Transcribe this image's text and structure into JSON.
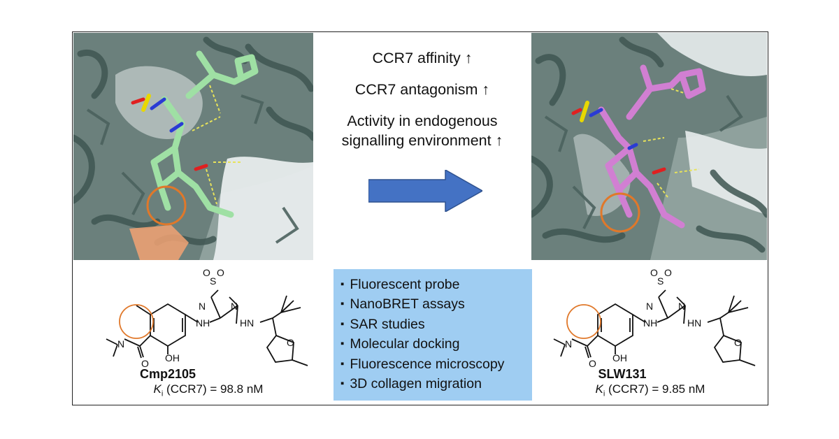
{
  "claims": {
    "line1": "CCR7 affinity ↑",
    "line2": "CCR7 antagonism ↑",
    "line3a": "Activity in endogenous",
    "line3b": "signalling environment ↑"
  },
  "methods": [
    "Fluorescent probe",
    "NanoBRET assays",
    "SAR studies",
    "Molecular docking",
    "Fluorescence microscopy",
    "3D collagen migration"
  ],
  "compounds": {
    "left": {
      "name": "Cmp2105",
      "ki_symbol": "K",
      "ki_sub": "i",
      "ki_rest": " (CCR7) = 98.8 nM"
    },
    "right": {
      "name": "SLW131",
      "ki_symbol": "K",
      "ki_sub": "i",
      "ki_rest": " (CCR7) = 9.85 nM"
    }
  },
  "atom_labels": {
    "S": "S",
    "O": "O",
    "N": "N",
    "NH": "NH",
    "HN": "HN",
    "OH": "OH"
  },
  "colors": {
    "protein": "#5d7672",
    "ligand_left": "#9fe0a4",
    "ligand_right": "#d17fd2",
    "highlight_circle": "#e0782a",
    "arrow": "#4472c4",
    "methods_box": "#9fcdf2"
  }
}
